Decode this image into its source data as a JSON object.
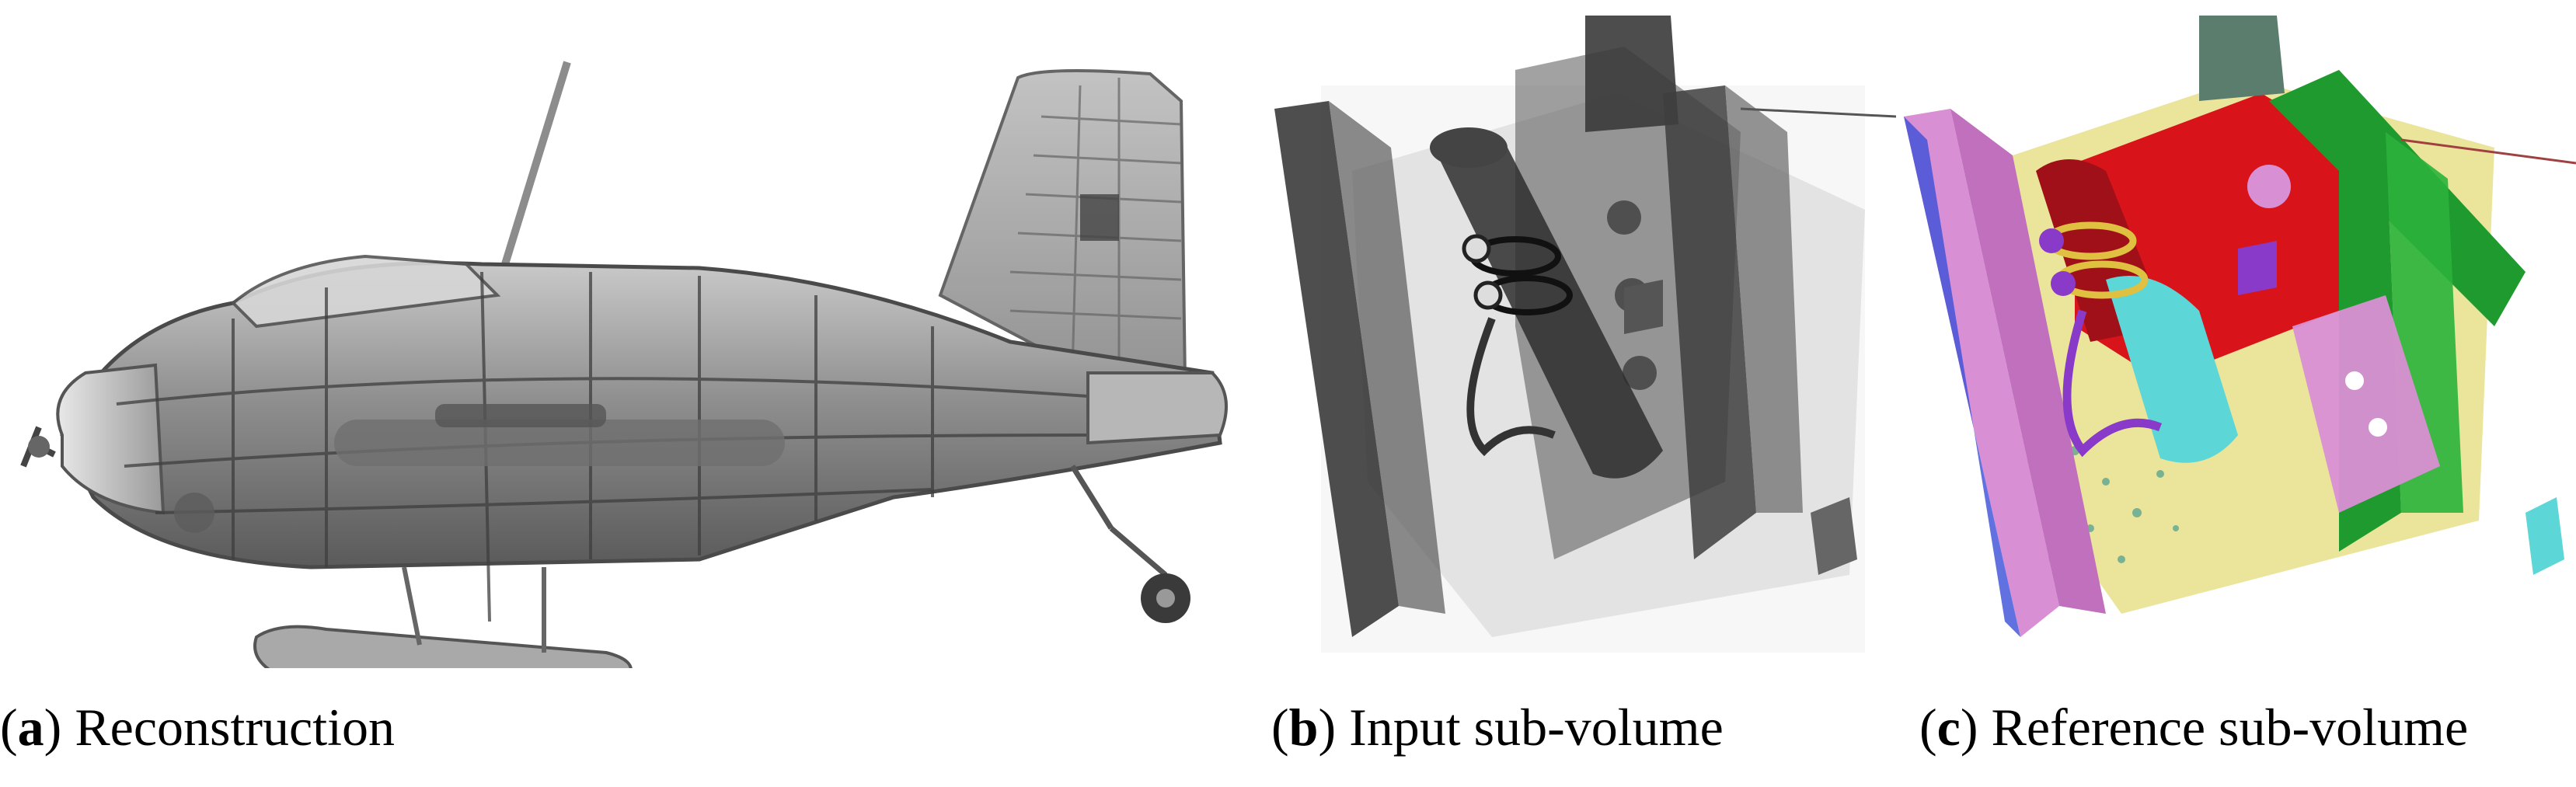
{
  "figure": {
    "panels": [
      {
        "id": "a",
        "label": "a",
        "caption": "Reconstruction"
      },
      {
        "id": "b",
        "label": "b",
        "caption": "Input sub-volume"
      },
      {
        "id": "c",
        "label": "c",
        "caption": "Reference sub-volume"
      }
    ],
    "colors": {
      "grey_render": "#8a8a8a",
      "dark_render": "#3c3c3c",
      "seg_red": "#d8141a",
      "seg_green": "#1f9a2e",
      "seg_pink": "#d98fd4",
      "seg_yellow": "#e6e08a",
      "seg_cyan": "#5cd6d6",
      "seg_blue": "#3a4fd8",
      "seg_purple": "#8a3ac8"
    }
  }
}
